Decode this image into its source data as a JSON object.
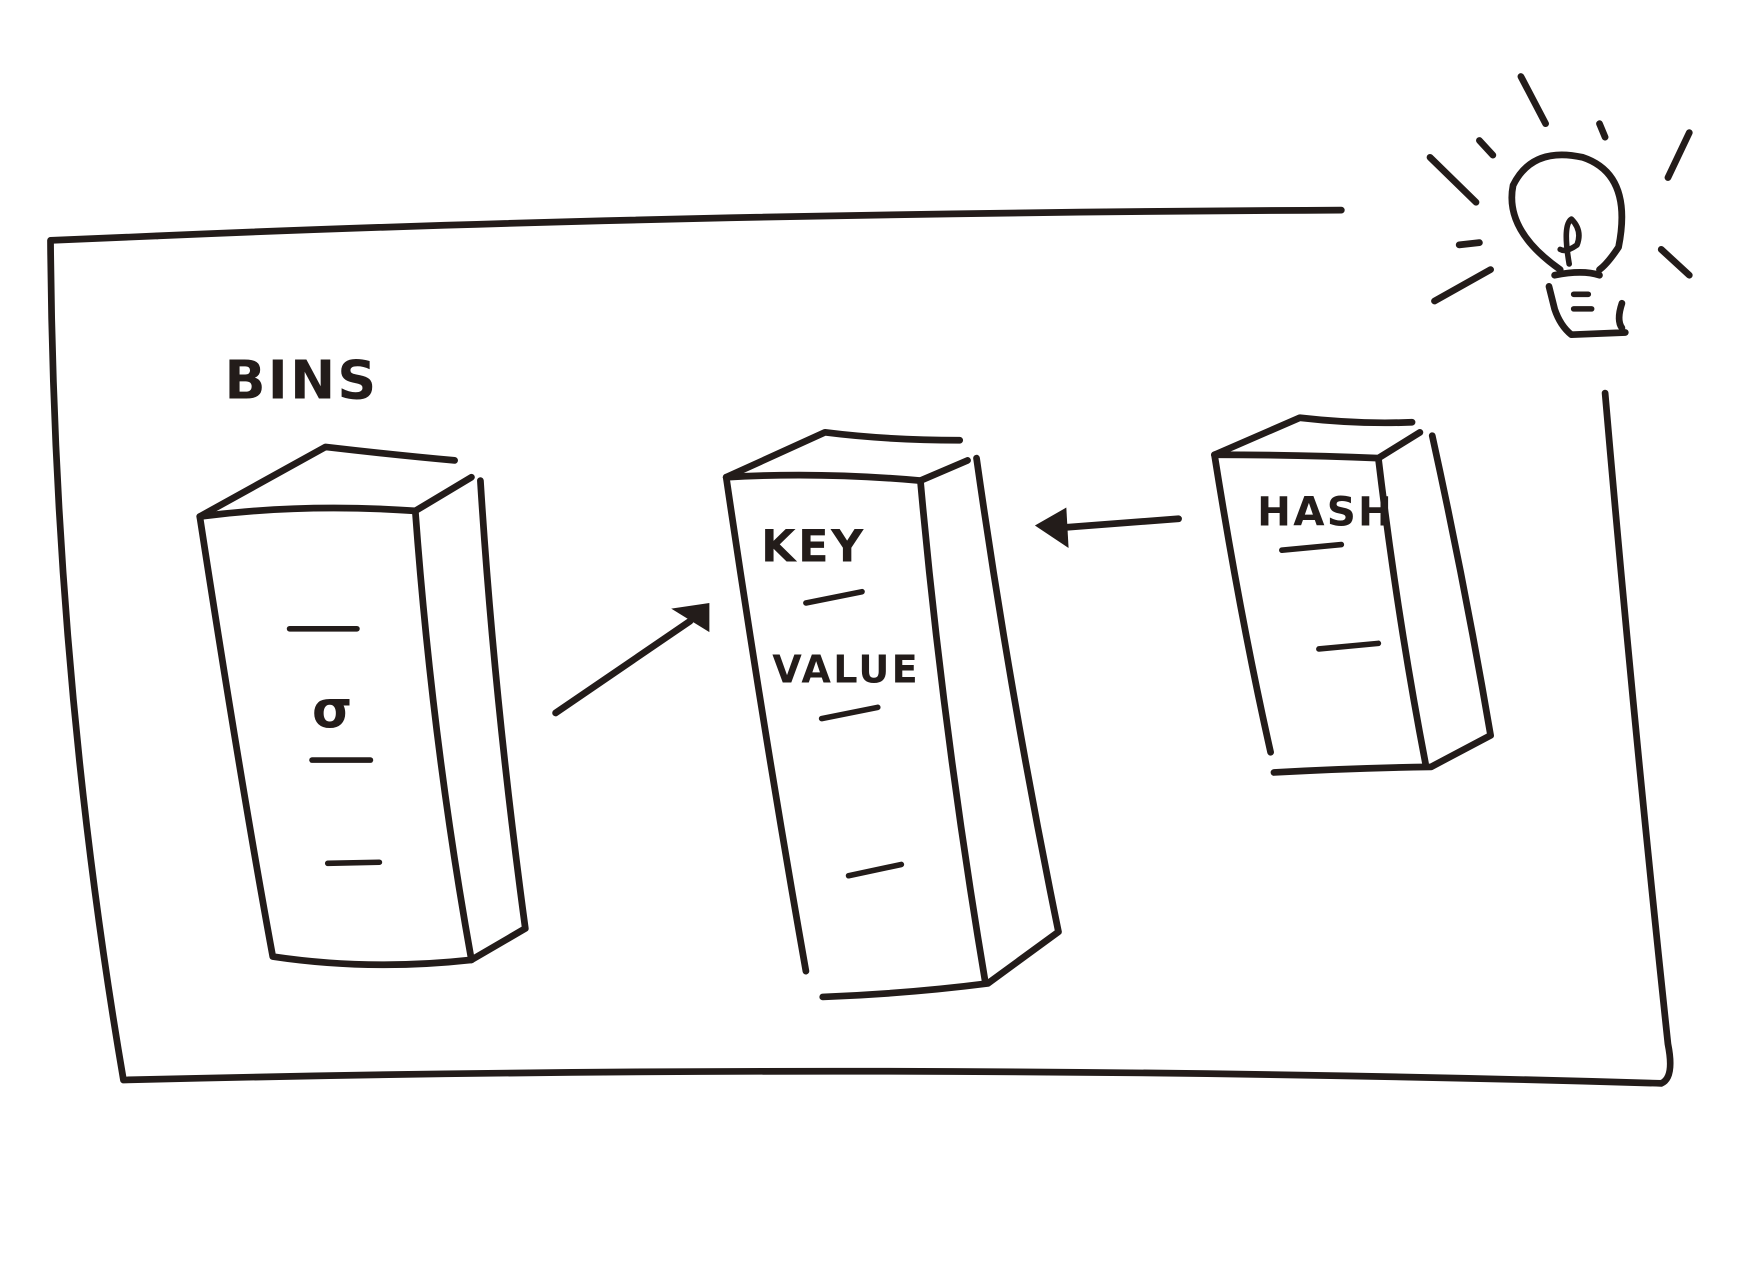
{
  "diagram": {
    "frame_label": "BINS",
    "bins": [
      {
        "id": "bin",
        "symbol": "σ"
      },
      {
        "id": "entry",
        "key_label": "KEY",
        "value_label": "VALUE"
      },
      {
        "id": "hash",
        "label": "HASH"
      }
    ],
    "icon": "lightbulb-icon",
    "ink_color": "#231c1a",
    "background": "#ffffff"
  }
}
